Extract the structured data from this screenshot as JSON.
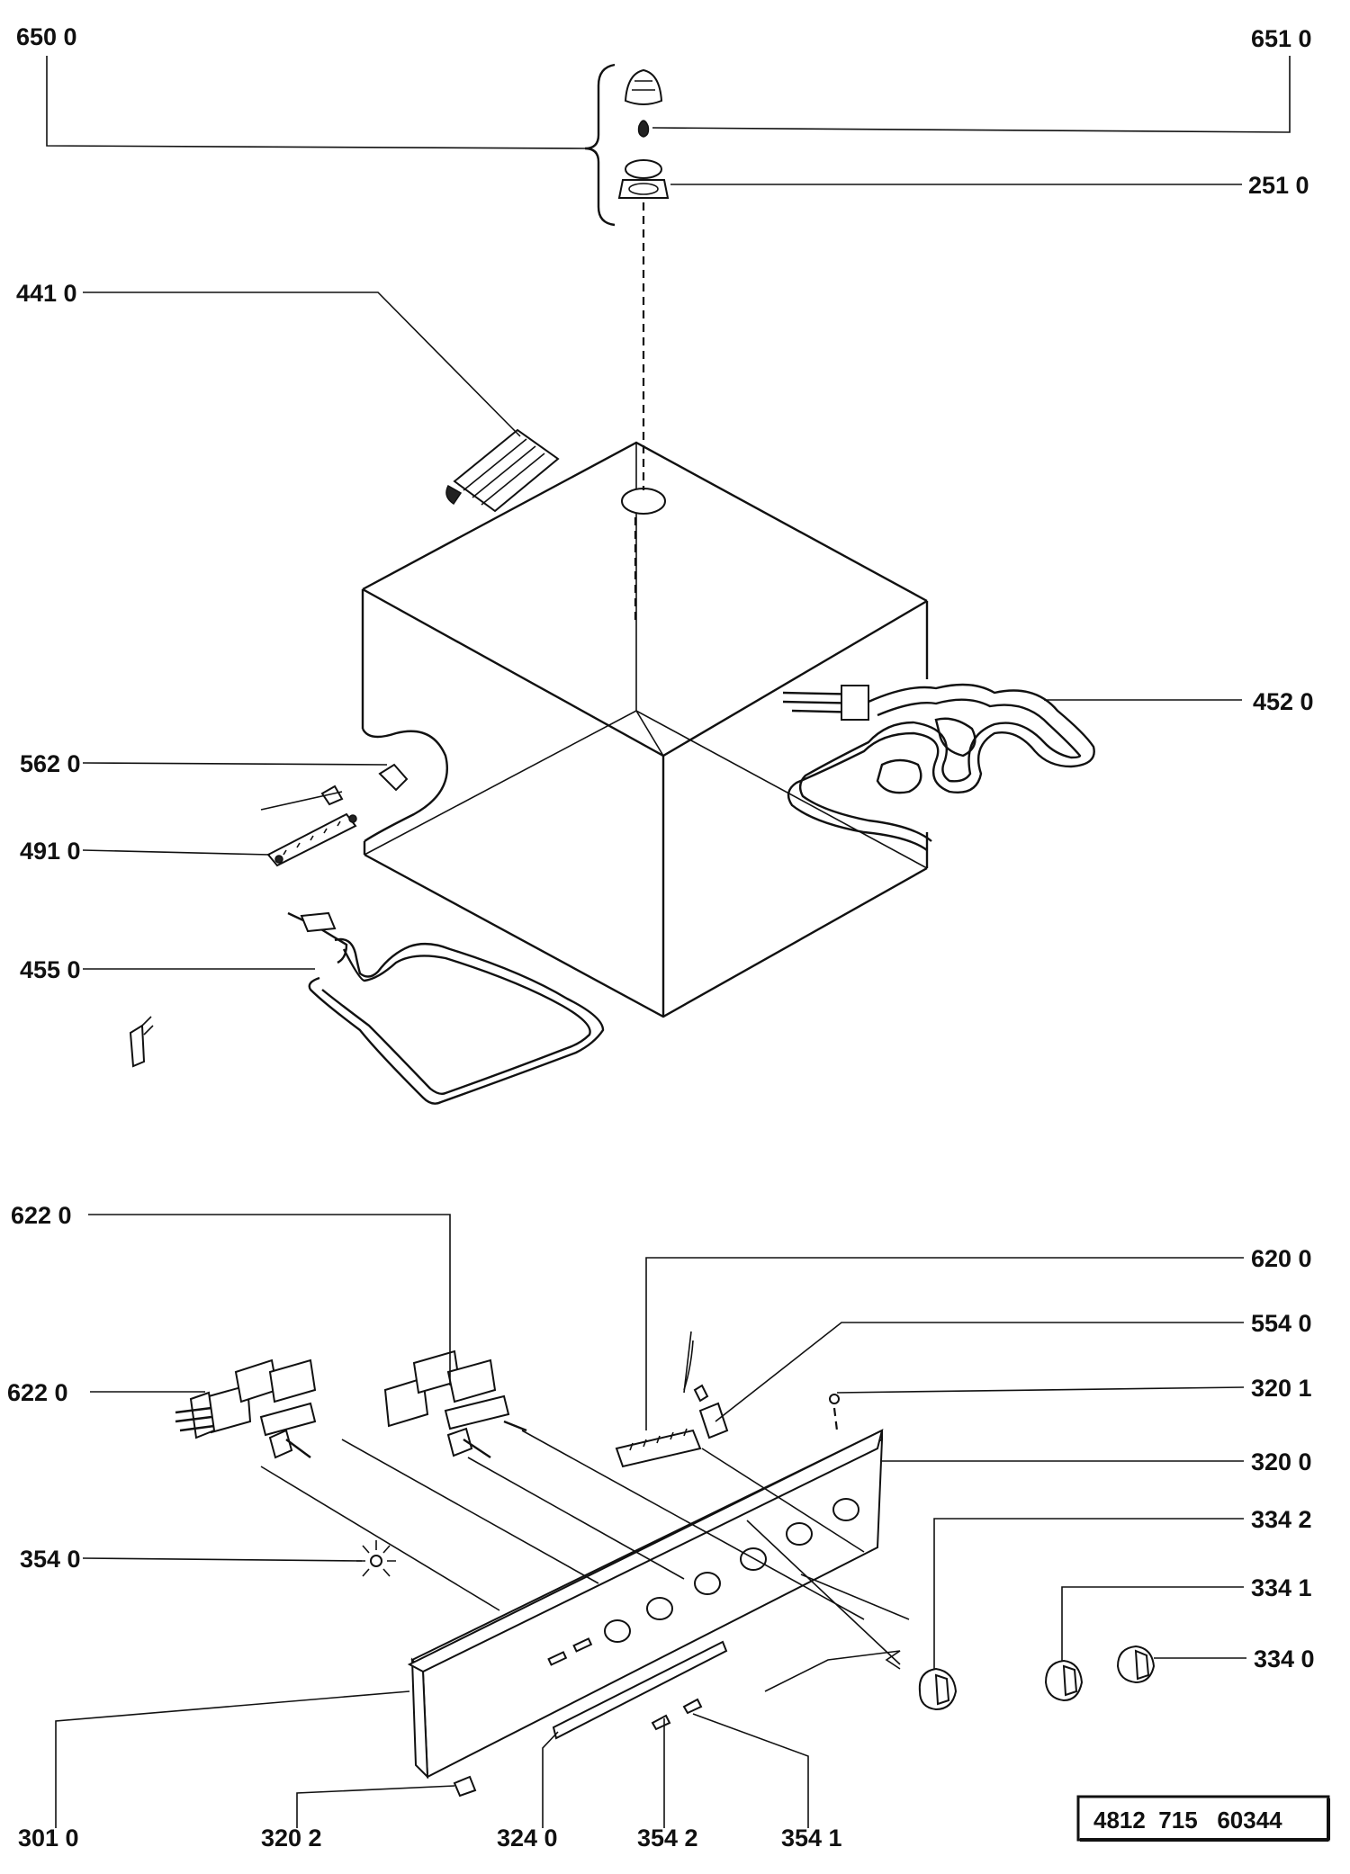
{
  "diagram": {
    "callouts": {
      "c650_0": "650 0",
      "c651_0": "651 0",
      "c251_0": "251 0",
      "c441_0": "441 0",
      "c452_0": "452 0",
      "c562_0": "562 0",
      "c491_0": "491 0",
      "c455_0": "455 0",
      "c622_0_top": "622  0",
      "c622_0_mid": "622  0",
      "c620_0": "620 0",
      "c554_0": "554 0",
      "c320_1": "320 1",
      "c320_0": "320 0",
      "c334_2": "334 2",
      "c354_0": "354 0",
      "c334_1": "334 1",
      "c334_0": "334 0",
      "c301_0": "301 0",
      "c320_2": "320  2",
      "c324_0": "324  0",
      "c354_2": "354  2",
      "c354_1": "354  1"
    },
    "document_number": "4812  715   60344"
  }
}
